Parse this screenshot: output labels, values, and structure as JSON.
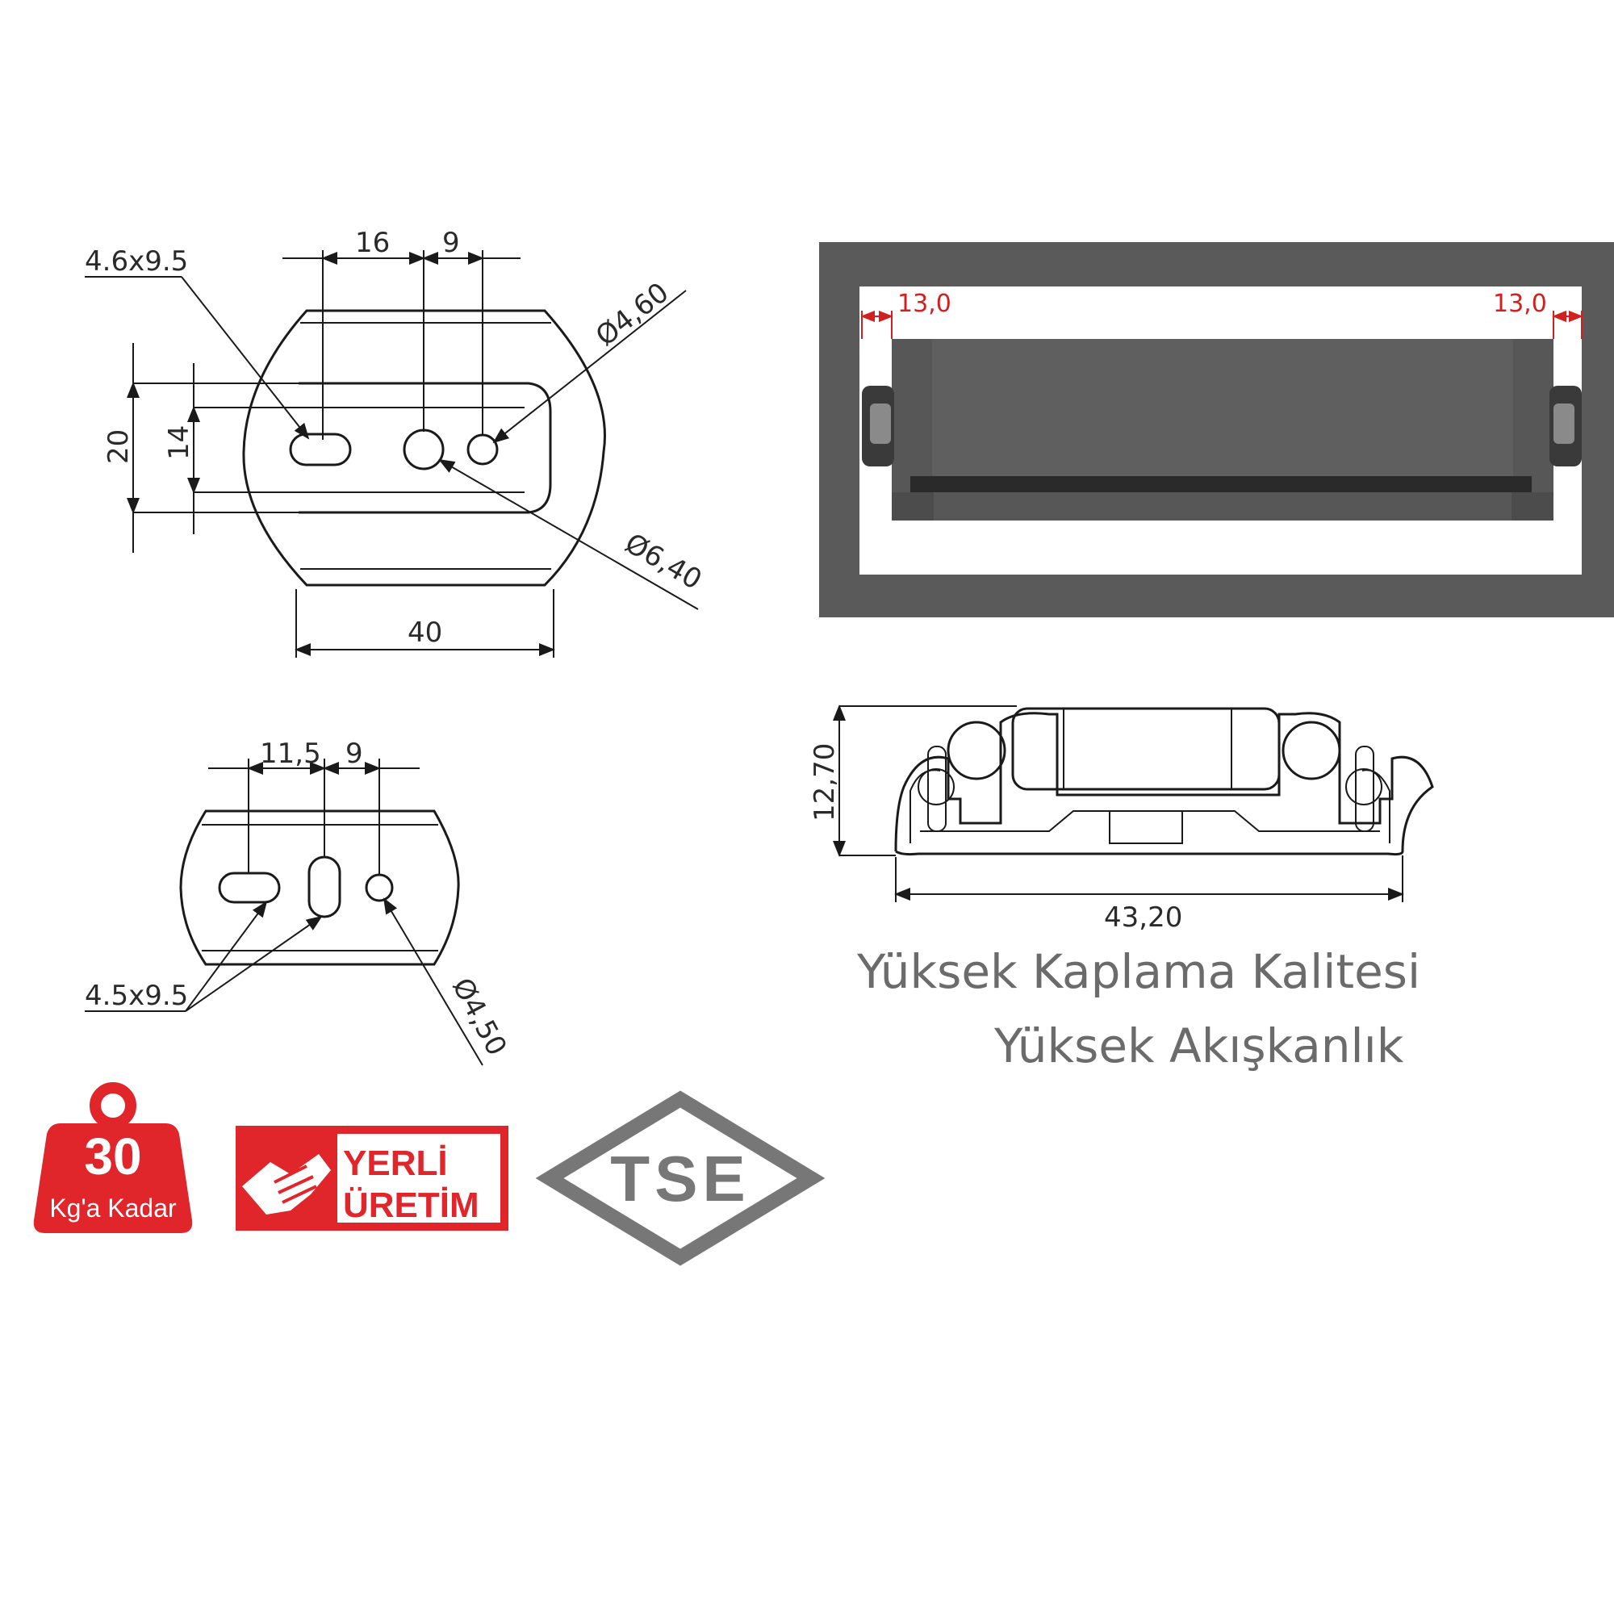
{
  "top_view": {
    "dim_slot": "4.6x9.5",
    "dim_16": "16",
    "dim_9": "9",
    "dim_hole_small": "Ø4,60",
    "dim_20": "20",
    "dim_14": "14",
    "dim_hole_large": "Ø6,40",
    "dim_40": "40"
  },
  "bottom_view": {
    "dim_11_5": "11,5",
    "dim_9": "9",
    "dim_slot": "4.5x9.5",
    "dim_hole": "Ø4,50"
  },
  "drawer_section": {
    "clearance_left": "13,0",
    "clearance_right": "13,0"
  },
  "profile_section": {
    "height": "12,70",
    "width": "43,20"
  },
  "features": {
    "line1": "Yüksek Kaplama Kalitesi",
    "line2": "Yüksek Akışkanlık"
  },
  "badges": {
    "load_value": "30",
    "load_text": "Kg'a Kadar",
    "local_line1": "YERLİ",
    "local_line2": "ÜRETİM",
    "tse": "TSE"
  },
  "colors": {
    "badge_red": "#e0252b",
    "dim_red": "#d21f1f",
    "frame_gray": "#5a5a5a",
    "tse_gray": "#777777"
  }
}
